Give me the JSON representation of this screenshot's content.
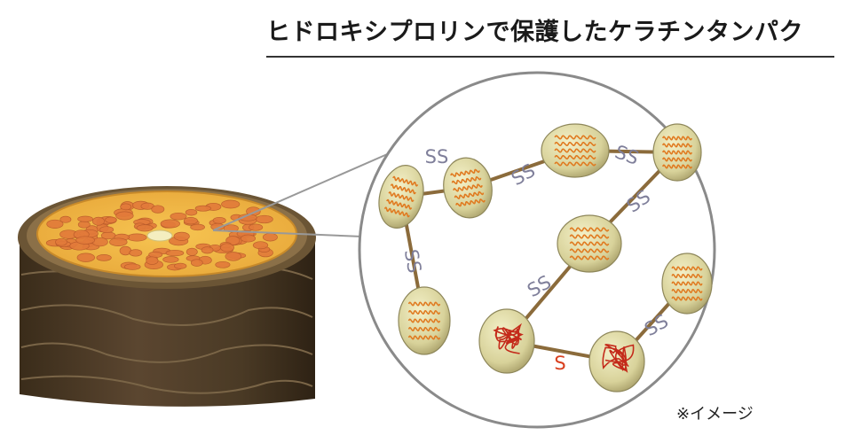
{
  "title": "ヒドロキシプロリンで保護したケラチンタンパク",
  "note": "※イメージ",
  "bond_labels": {
    "disulfide": "SS",
    "single": "S"
  },
  "colors": {
    "hair_outer": "#4a3a25",
    "hair_cortex": "#f0b83a",
    "cortex_cell": "#e27a3a",
    "protein_body": "#d9d4a0",
    "helix": "#e07a20",
    "tangle": "#c42a1a",
    "bond_label_ss": "#7f7f9a",
    "bond_label_s": "#d9401f",
    "link": "#8b6b3b"
  },
  "icons": {
    "helix_bundle": "helix-bundle-icon",
    "tangled_chain": "tangled-chain-icon"
  }
}
